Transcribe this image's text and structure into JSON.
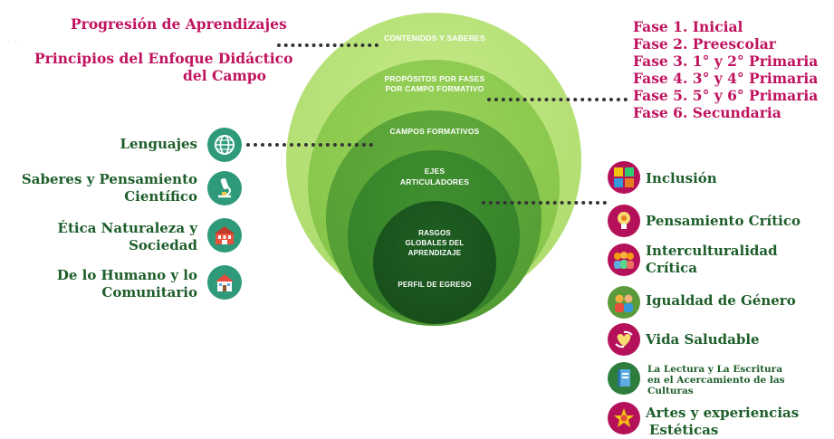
{
  "top_left": {
    "progresion": "Progresión de Aprendizajes",
    "principios_line1": "Principios del Enfoque Didáctico",
    "principios_line2": "del Campo"
  },
  "rings": {
    "contenidos": "CONTENIDOS Y SABERES",
    "propositos_line1": "PROPÓSITOS POR FASES",
    "propositos_line2": "POR CAMPO FORMATIVO",
    "campos": "CAMPOS FORMATIVOS",
    "ejes_line1": "EJES",
    "ejes_line2": "ARTICULADORES",
    "rasgos_line1": "RASGOS",
    "rasgos_line2": "GLOBALES DEL",
    "rasgos_line3": "APRENDIZAJE",
    "perfil": "PERFIL DE EGRESO"
  },
  "fases": [
    {
      "num": "Fase 1.",
      "name": "Inicial"
    },
    {
      "num": "Fase 2.",
      "name": "Preescolar"
    },
    {
      "num": "Fase 3.",
      "name": "1° y 2° Primaria"
    },
    {
      "num": "Fase 4.",
      "name": "3° y 4° Primaria"
    },
    {
      "num": "Fase 5.",
      "name": "5° y 6° Primaria"
    },
    {
      "num": "Fase 6.",
      "name": "Secundaria"
    }
  ],
  "campos": [
    {
      "line1": "Lenguajes",
      "line2": "",
      "icon": "globe-icon"
    },
    {
      "line1": "Saberes y Pensamiento",
      "line2": "Científico",
      "icon": "microscope-icon"
    },
    {
      "line1": "Ética Naturaleza y",
      "line2": "Sociedad",
      "icon": "building-icon"
    },
    {
      "line1": "De lo Humano y lo",
      "line2": "Comunitario",
      "icon": "house-icon"
    }
  ],
  "ejes": [
    {
      "line1": "Inclusión",
      "line2": "",
      "line3": "",
      "icon": "puzzle-icon"
    },
    {
      "line1": "Pensamiento Crítico",
      "line2": "",
      "line3": "",
      "icon": "lightbulb-icon"
    },
    {
      "line1": "Interculturalidad",
      "line2": "Crítica",
      "line3": "",
      "icon": "people-icon"
    },
    {
      "line1": "Igualdad de Género",
      "line2": "",
      "line3": "",
      "icon": "couple-icon"
    },
    {
      "line1": "Vida Saludable",
      "line2": "",
      "line3": "",
      "icon": "heart-hands-icon"
    },
    {
      "line1": "La Lectura y La Escritura",
      "line2": "en el Acercamiento de las",
      "line3": "Culturas",
      "icon": "book-icon"
    },
    {
      "line1": "Artes y experiencias",
      "line2": "Estéticas",
      "line3": "",
      "icon": "art-icon"
    }
  ],
  "colors": {
    "magenta": "#c0135f",
    "dark_green": "#1d5e2a",
    "ring1": "#b6e07a",
    "ring2": "#8fc94f",
    "ring3": "#5ea83a",
    "ring4": "#3c8a2d",
    "ring5": "#1f5f22",
    "teal_icon": "#2e9a7a",
    "magenta_icon": "#b5115a"
  }
}
